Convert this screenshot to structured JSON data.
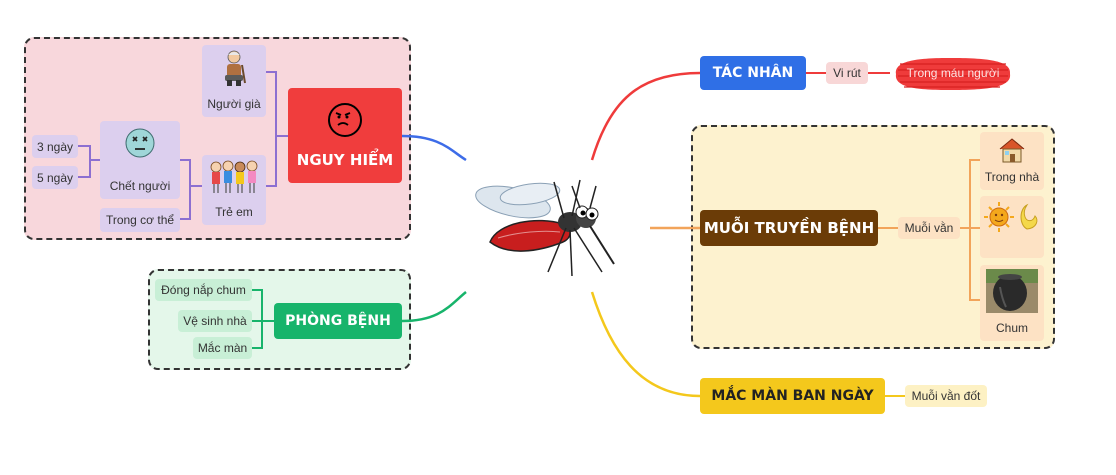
{
  "center": {
    "image": "mosquito"
  },
  "danger": {
    "title": "NGUY HIỂM",
    "icon": "angry-face-icon",
    "color": "#f03d3d",
    "elderly": "Người già",
    "children": "Trẻ em",
    "death": "Chết người",
    "in_body": "Trong cơ thể",
    "day3": "3 ngày",
    "day5": "5 ngày"
  },
  "prevention": {
    "title": "PHÒNG BỆNH",
    "color": "#17b46b",
    "items": [
      "Đóng nắp chum",
      "Vệ sinh nhà",
      "Mắc màn"
    ]
  },
  "agent": {
    "title": "TÁC NHÂN",
    "color": "#2f6fe6",
    "virus": "Vi rút",
    "in_blood": "Trong máu người"
  },
  "carrier": {
    "title": "MUỖI TRUYỀN BỆNH",
    "color": "#6b3c07",
    "mosquito": "Muỗi vằn",
    "indoor": "Trong nhà",
    "day_night": "",
    "jar": "Chum"
  },
  "net": {
    "title": "MẮC MÀN BAN NGÀY",
    "color": "#f4c81c",
    "bite": "Muỗi vằn đốt"
  }
}
